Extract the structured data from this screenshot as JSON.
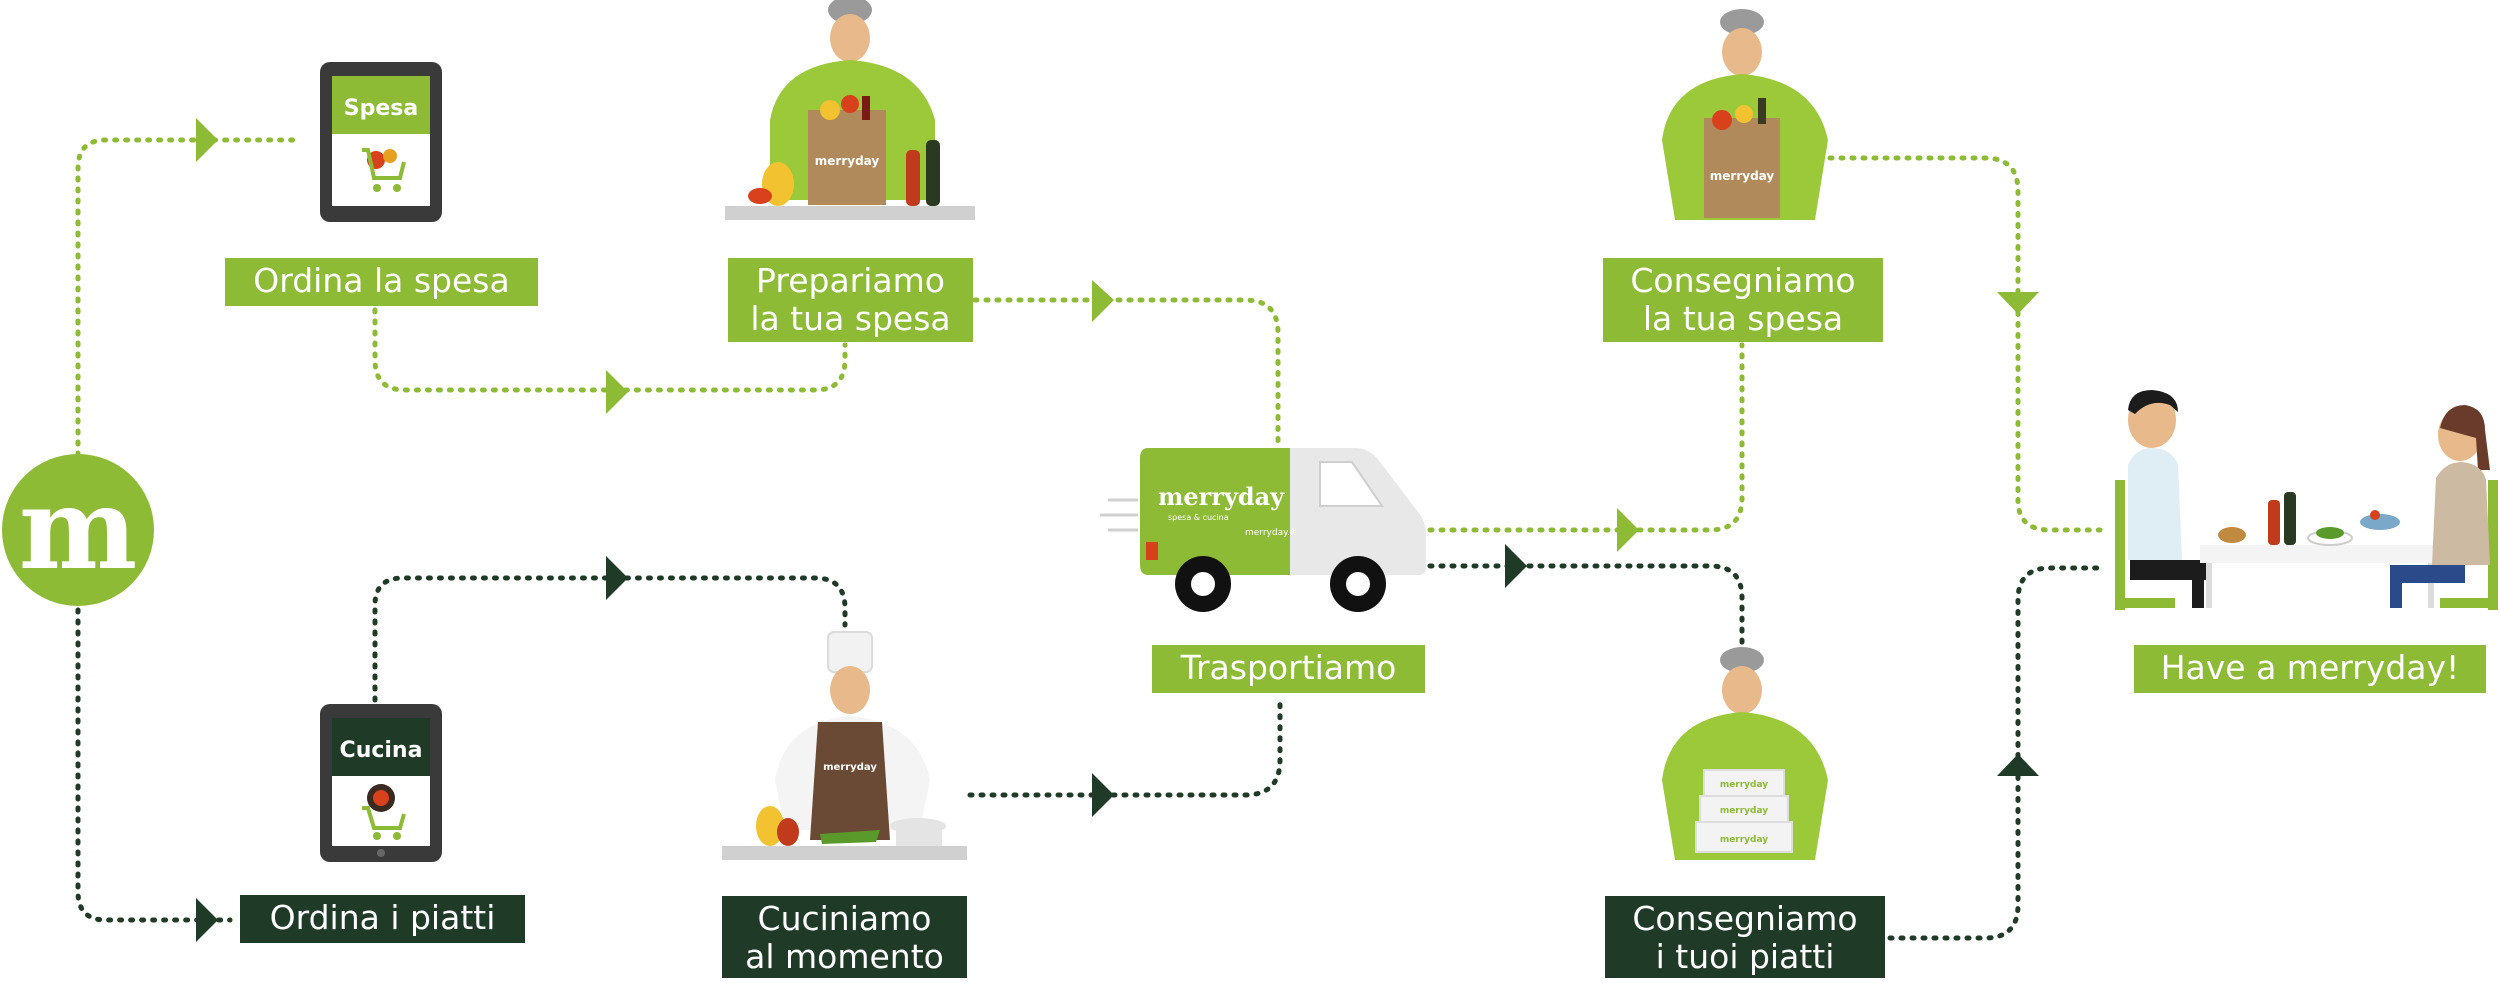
{
  "colors": {
    "green": "#8dbb35",
    "dark_green": "#1f3a26",
    "shirt_green": "#9bc93a",
    "bag_brown": "#b08a5a",
    "grey": "#9a9a9a"
  },
  "icons": {
    "logo": "merryday-m-logo",
    "tablet_spesa": "tablet-grocery-cart-icon",
    "tablet_cucina": "tablet-dish-cart-icon",
    "van": "delivery-van-icon"
  },
  "logo": {
    "letter": "m"
  },
  "tablets": {
    "spesa": "Spesa",
    "cucina": "Cucina"
  },
  "brand": {
    "name": "merryday",
    "tagline": "spesa & cucina",
    "website": "merryday.it"
  },
  "steps": {
    "ordina_spesa": "Ordina la spesa",
    "prepariamo_1": "Prepariamo",
    "prepariamo_2": "la tua spesa",
    "consegniamo_spesa_1": "Consegniamo",
    "consegniamo_spesa_2": "la tua spesa",
    "trasportiamo": "Trasportiamo",
    "have_merryday": "Have a merryday!",
    "ordina_piatti": "Ordina i piatti",
    "cuciniamo_1": "Cuciniamo",
    "cuciniamo_2": "al momento",
    "consegniamo_piatti_1": "Consegniamo",
    "consegniamo_piatti_2": "i tuoi piatti"
  }
}
